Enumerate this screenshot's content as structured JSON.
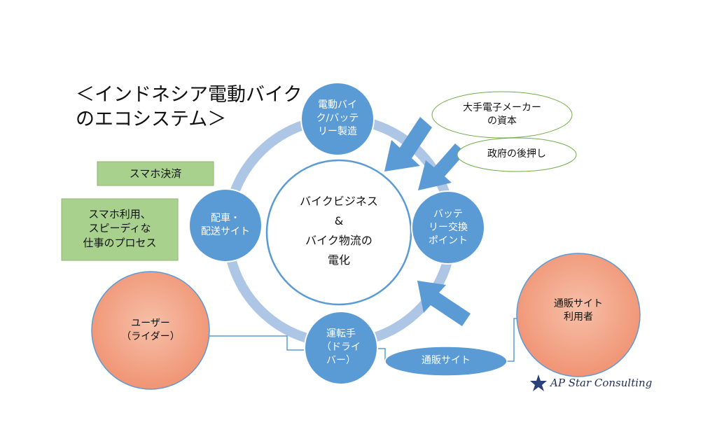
{
  "title": "＜インドネシア電動バイク\nのエコシステム＞",
  "center": {
    "label": "バイクビジネス\n&\nバイク物流の\n電化"
  },
  "cycle_nodes": {
    "manufacturing": "電動バイ\nク/バッテ\nリー製造",
    "battery_swap": "バッテ\nリー交換\nポイント",
    "driver": "運転手\n（ドライ\nバー）",
    "dispatch": "配車・\n配送サイト"
  },
  "users": {
    "rider": "ユーザー\n（ライダー）",
    "ecommerce_user": "通販サイト\n利用者"
  },
  "ovals": {
    "big_electronics": "大手電子メーカー\nの資本",
    "government": "政府の後押し",
    "ecommerce_site": "通販サイト"
  },
  "boxes": {
    "mobile_payment": "スマホ決済",
    "process": "スマホ利用、\nスピーディな\n仕事のプロセス"
  },
  "brand": {
    "name": "AP Star Consulting"
  },
  "colors": {
    "node_blue": "#5b9bd5",
    "ring_blue": "#adc6e5",
    "orange": "#f2a486",
    "green_box": "#a9d18e",
    "arrow_blue": "#5b9bd5"
  }
}
